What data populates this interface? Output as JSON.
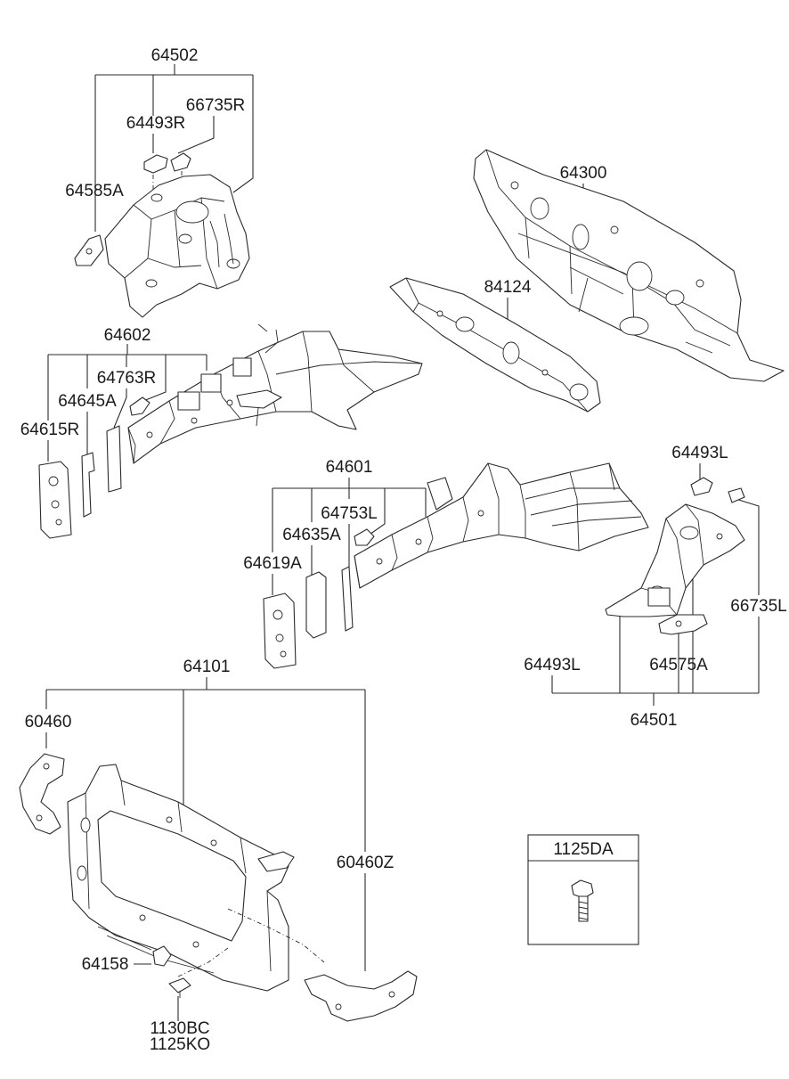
{
  "labels": {
    "p64502": "64502",
    "p66735R": "66735R",
    "p64493R": "64493R",
    "p64585A": "64585A",
    "p64300": "64300",
    "p84124": "84124",
    "p64602": "64602",
    "p64763R": "64763R",
    "p64645A": "64645A",
    "p64615R": "64615R",
    "p64601": "64601",
    "p64753L": "64753L",
    "p64635A": "64635A",
    "p64619A": "64619A",
    "p64493L_top": "64493L",
    "p66735L": "66735L",
    "p64493L_mid": "64493L",
    "p64575A": "64575A",
    "p64501": "64501",
    "p64101": "64101",
    "p60460": "60460",
    "p60460Z": "60460Z",
    "p1125DA": "1125DA",
    "p64158": "64158",
    "p1130BC": "1130BC",
    "p1125KO": "1125KO"
  }
}
